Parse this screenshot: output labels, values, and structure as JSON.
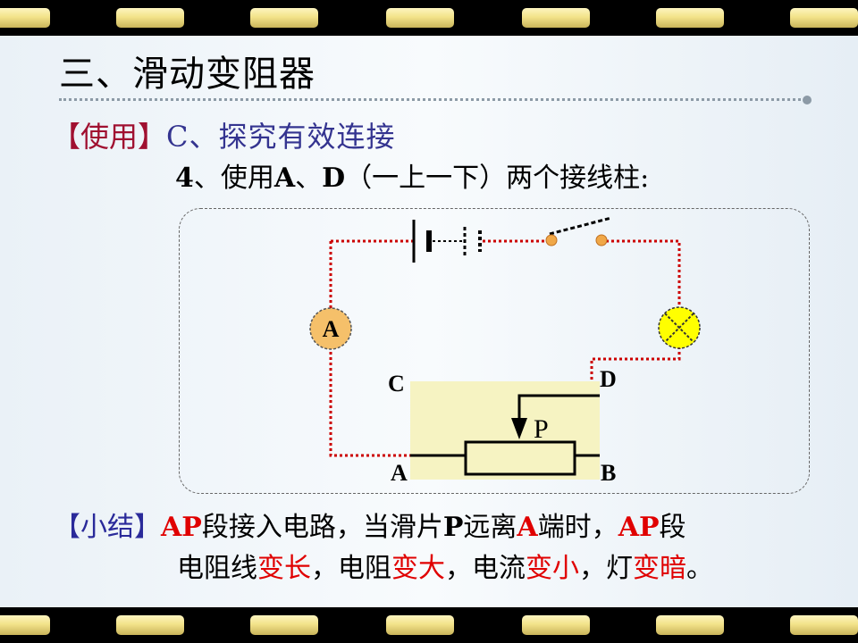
{
  "title": "三、滑动变阻器",
  "section": {
    "label": "【使用】",
    "heading": "C、探究有效连接"
  },
  "step": {
    "num": "4",
    "sep": "、使用",
    "a": "A",
    "dun": "、",
    "d": "D",
    "rest": "（一上一下）两个接线柱:"
  },
  "diagram": {
    "ammeter": "A",
    "label_c": "C",
    "label_d": "D",
    "label_a": "A",
    "label_b": "B",
    "label_p": "P"
  },
  "summary": {
    "label": "【小结】",
    "line1": [
      {
        "t": "AP",
        "s": "redb"
      },
      {
        "t": "段接入电路，当滑片",
        "s": ""
      },
      {
        "t": "P",
        "s": "blk"
      },
      {
        "t": "远离",
        "s": ""
      },
      {
        "t": "A",
        "s": "redb"
      },
      {
        "t": "端时，",
        "s": ""
      },
      {
        "t": "AP",
        "s": "redb"
      },
      {
        "t": "段",
        "s": ""
      }
    ],
    "line2": [
      {
        "t": "电阻线",
        "s": ""
      },
      {
        "t": "变长",
        "s": "red"
      },
      {
        "t": "，电阻",
        "s": ""
      },
      {
        "t": "变大",
        "s": "red"
      },
      {
        "t": "，电流",
        "s": ""
      },
      {
        "t": "变小",
        "s": "red"
      },
      {
        "t": "，灯",
        "s": ""
      },
      {
        "t": "变暗",
        "s": "red"
      },
      {
        "t": "。",
        "s": ""
      }
    ]
  },
  "colors": {
    "wire": "#cc0000",
    "ammeter_fill": "#f5c06a",
    "lamp_fill": "#ffff00",
    "rheostat_bg": "#f6f3c2"
  }
}
